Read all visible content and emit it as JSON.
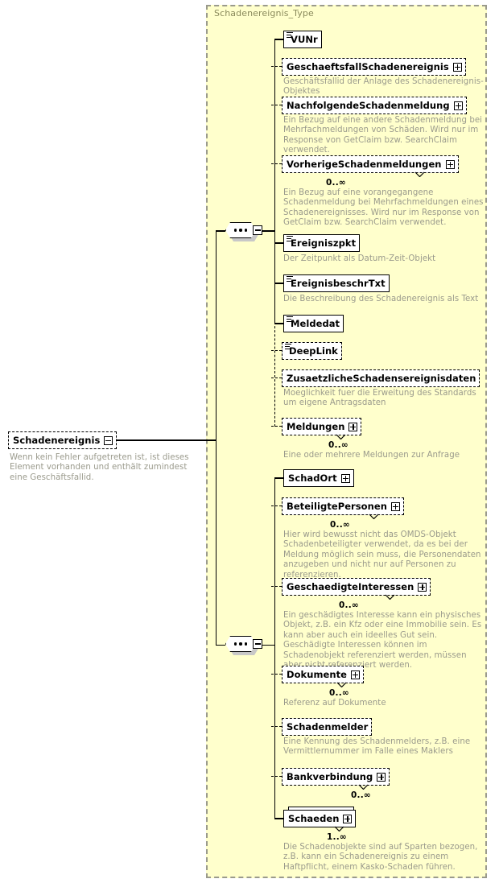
{
  "diagram": {
    "kind": "xsd-schema-diagram",
    "background_color": "#ffffcc",
    "container_border_color": "#9a9a8c",
    "description_text_color": "#9a9a8c"
  },
  "type_container": {
    "title": "Schadenereignis_Type"
  },
  "root_element": {
    "name": "Schadenereignis",
    "optional": true,
    "toggle": "minus",
    "annotation": "Wenn kein Fehler aufgetreten ist, ist dieses Element vorhanden und enthält zumindest eine Geschäftsfallid."
  },
  "compositors": [
    {
      "name": "sequence-1",
      "symbol": "sequence",
      "toggle": "minus"
    },
    {
      "name": "sequence-2",
      "symbol": "sequence",
      "toggle": "minus"
    }
  ],
  "groups": [
    {
      "id": "group-1",
      "elements": [
        {
          "name": "VUNr",
          "optional": false,
          "expandable": false,
          "simple": true,
          "cardinality": "",
          "annotation": ""
        },
        {
          "name": "GeschaeftsfallSchadenereignis",
          "optional": true,
          "expandable": true,
          "simple": false,
          "cardinality": "",
          "annotation": "Geschäftsfallid der Anlage des Schadenereignis-Objektes"
        },
        {
          "name": "NachfolgendeSchadenmeldung",
          "optional": true,
          "expandable": true,
          "simple": false,
          "cardinality": "",
          "annotation": "Ein Bezug auf eine andere Schadenmeldung bei Mehrfachmeldungen von Schäden. Wird nur im Response von GetClaim bzw. SearchClaim verwendet."
        },
        {
          "name": "VorherigeSchadenmeldungen",
          "optional": true,
          "expandable": true,
          "simple": false,
          "cardinality": "0..∞",
          "annotation": "Ein Bezug auf eine vorangegangene Schadenmeldung bei Mehrfachmeldungen eines Schadenereignisses. Wird nur im Response von GetClaim bzw. SearchClaim verwendet."
        },
        {
          "name": "Ereigniszpkt",
          "optional": false,
          "expandable": false,
          "simple": true,
          "cardinality": "",
          "annotation": "Der Zeitpunkt als Datum-Zeit-Objekt"
        },
        {
          "name": "EreignisbeschrTxt",
          "optional": false,
          "expandable": false,
          "simple": true,
          "cardinality": "",
          "annotation": "Die Beschreibung des Schadenereignis als Text"
        },
        {
          "name": "Meldedat",
          "optional": false,
          "expandable": false,
          "simple": true,
          "cardinality": "",
          "annotation": ""
        },
        {
          "name": "DeepLink",
          "optional": true,
          "expandable": false,
          "simple": true,
          "cardinality": "",
          "annotation": ""
        },
        {
          "name": "ZusaetzlicheSchadensereignisdaten",
          "optional": true,
          "expandable": false,
          "simple": false,
          "cardinality": "",
          "annotation": "Moeglichkeit fuer die Erweitung des Standards um eigene Antragsdaten"
        },
        {
          "name": "Meldungen",
          "optional": true,
          "expandable": true,
          "simple": false,
          "cardinality": "0..∞",
          "annotation": "Eine oder mehrere Meldungen zur Anfrage"
        }
      ]
    },
    {
      "id": "group-2",
      "elements": [
        {
          "name": "SchadOrt",
          "optional": false,
          "expandable": true,
          "simple": false,
          "cardinality": "",
          "annotation": ""
        },
        {
          "name": "BeteiligtePersonen",
          "optional": true,
          "expandable": true,
          "simple": false,
          "cardinality": "0..∞",
          "annotation": "Hier wird bewusst nicht das OMDS-Objekt Schadenbeteiligter verwendet, da es bei der Meldung möglich sein muss, die Personendaten anzugeben und nicht nur auf Personen zu referenzieren."
        },
        {
          "name": "GeschaedigteInteressen",
          "optional": true,
          "expandable": true,
          "simple": false,
          "cardinality": "0..∞",
          "annotation": "Ein geschädigtes Interesse kann ein physisches Objekt, z.B. ein Kfz oder eine Immobilie sein. Es kann aber auch ein ideelles Gut sein. Geschädigte Interessen können im Schadenobjekt referenziert werden, müssen aber nicht referenziert werden."
        },
        {
          "name": "Dokumente",
          "optional": true,
          "expandable": true,
          "simple": false,
          "cardinality": "0..∞",
          "annotation": "Referenz auf Dokumente"
        },
        {
          "name": "Schadenmelder",
          "optional": true,
          "expandable": false,
          "simple": false,
          "cardinality": "",
          "annotation": "Eine Kennung des Schadenmelders, z.B. eine Vermittlernummer im Falle eines Maklers"
        },
        {
          "name": "Bankverbindung",
          "optional": true,
          "expandable": true,
          "simple": false,
          "cardinality": "0..∞",
          "annotation": ""
        },
        {
          "name": "Schaeden",
          "optional": false,
          "expandable": true,
          "simple": false,
          "cardinality": "1..∞",
          "annotation": "Die Schadenobjekte sind auf Sparten bezogen, z.B. kann ein Schadenereignis zu einem Haftpflicht, einem Kasko-Schaden führen."
        }
      ]
    }
  ]
}
